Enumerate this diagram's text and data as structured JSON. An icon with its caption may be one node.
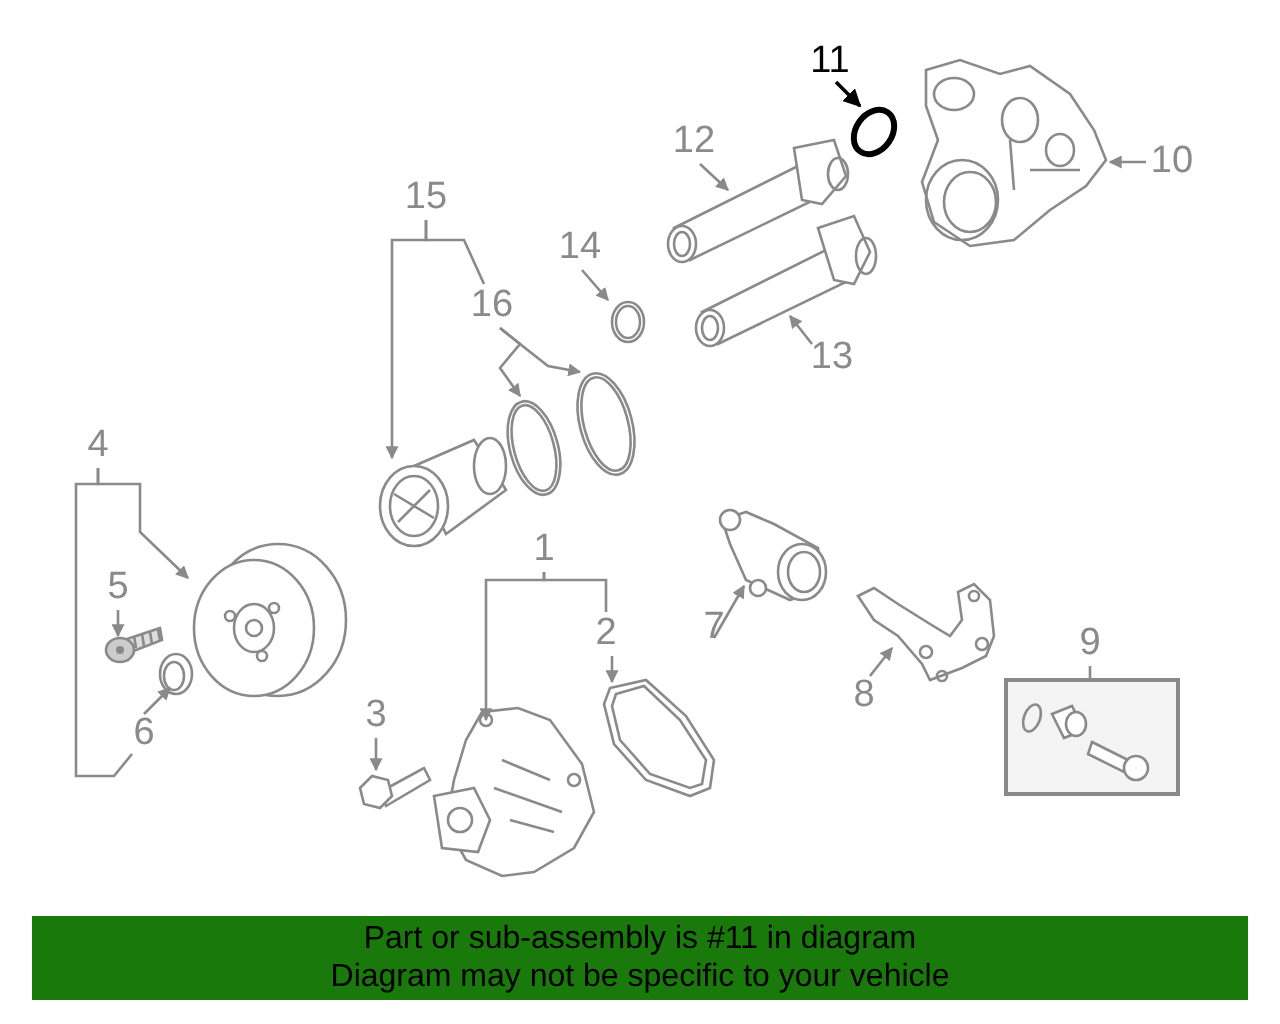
{
  "diagram": {
    "nodes": [
      {
        "text": [
          "11"
        ]
      },
      {
        "text": [],
        "shape": "circle"
      },
      {
        "text": [],
        "shape": "picture"
      },
      {
        "text": [
          "10"
        ]
      },
      {
        "text": [
          "12"
        ]
      },
      {
        "text": [],
        "shape": "picture"
      },
      {
        "text": [
          "15"
        ]
      },
      {
        "text": [
          "14"
        ]
      },
      {
        "text": [],
        "shape": "picture"
      },
      {
        "text": [
          "16"
        ]
      },
      {
        "text": [],
        "shape": "picture"
      },
      {
        "text": [
          "13"
        ]
      },
      {
        "text": [],
        "shape": "picture"
      },
      {
        "text": [],
        "shape": "picture"
      },
      {
        "text": [],
        "shape": "picture"
      },
      {
        "text": [
          "4"
        ]
      },
      {
        "text": [
          "1"
        ]
      },
      {
        "text": [],
        "shape": "picture"
      },
      {
        "text": [
          "5"
        ]
      },
      {
        "text": [],
        "shape": "picture"
      },
      {
        "text": [
          "2"
        ]
      },
      {
        "text": [],
        "shape": "picture"
      },
      {
        "text": [
          "7"
        ]
      },
      {
        "text": [],
        "shape": "picture"
      },
      {
        "text": [],
        "shape": "picture"
      },
      {
        "text": [
          "9"
        ]
      },
      {
        "text": [],
        "shape": "box"
      },
      {
        "text": [
          "8"
        ]
      },
      {
        "text": [
          "6"
        ]
      },
      {
        "text": [
          "3"
        ]
      },
      {
        "text": [],
        "shape": "picture"
      },
      {
        "text": [],
        "shape": "picture"
      },
      {
        "text": [],
        "shape": "picture"
      },
      {
        "text": [
          "Part or sub-assembly is #11 in diagram",
          "Diagram may not be specific to your vehicle"
        ]
      }
    ],
    "edges": [
      {
        "from": 0,
        "to": 1,
        "arrow": "to",
        "color": "#000000"
      },
      {
        "from": 3,
        "to": 2,
        "arrow": "to"
      },
      {
        "from": 4,
        "to": 5,
        "arrow": "to"
      },
      {
        "from": 6,
        "to": 14,
        "arrow": "to"
      },
      {
        "from": 6,
        "to": 9,
        "arrow": "none"
      },
      {
        "from": 7,
        "to": 8,
        "arrow": "to"
      },
      {
        "from": 9,
        "to": 12,
        "arrow": "to"
      },
      {
        "from": 9,
        "to": 13,
        "arrow": "to"
      },
      {
        "from": 11,
        "to": 10,
        "arrow": "to"
      },
      {
        "from": 15,
        "to": 17,
        "arrow": "to"
      },
      {
        "from": 15,
        "to": 28,
        "arrow": "none"
      },
      {
        "from": 16,
        "to": 32,
        "arrow": "to"
      },
      {
        "from": 16,
        "to": 20,
        "arrow": "none"
      },
      {
        "from": 18,
        "to": 19,
        "arrow": "to"
      },
      {
        "from": 20,
        "to": 31,
        "arrow": "to"
      },
      {
        "from": 22,
        "to": 23,
        "arrow": "to"
      },
      {
        "from": 27,
        "to": 24,
        "arrow": "to"
      },
      {
        "from": 25,
        "to": 26,
        "arrow": "none"
      },
      {
        "from": 28,
        "to": 21,
        "arrow": "to"
      },
      {
        "from": 29,
        "to": 30,
        "arrow": "to"
      }
    ]
  }
}
